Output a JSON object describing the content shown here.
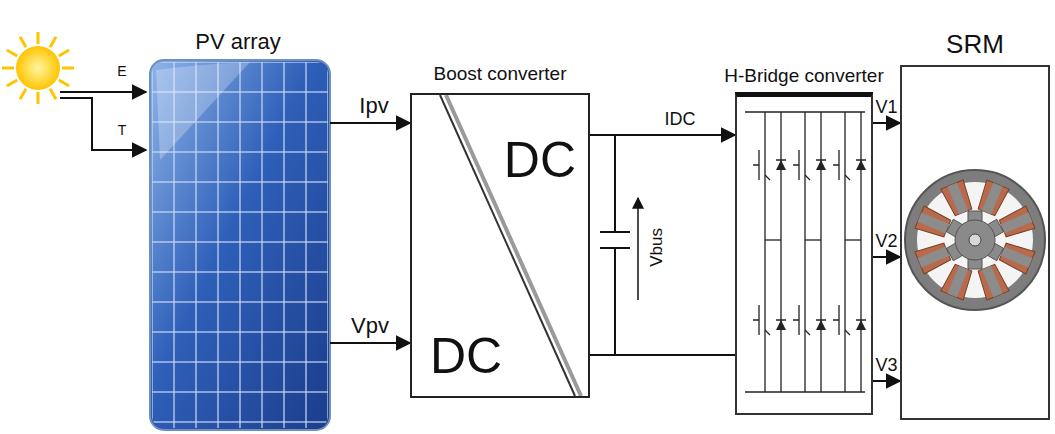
{
  "diagram": {
    "nodes": [
      {
        "text": [
          "PV array"
        ]
      },
      {
        "text": [
          "Boost converter",
          "DC",
          "DC"
        ]
      },
      {
        "text": [
          "H-Bridge converter"
        ]
      },
      {
        "text": [
          "SRM"
        ]
      }
    ],
    "edges": [
      {
        "from": 0,
        "to": 1,
        "label": "Ipv",
        "arrow": "to"
      },
      {
        "from": 0,
        "to": 1,
        "label": "Vpv",
        "arrow": "to"
      },
      {
        "from": 1,
        "to": 2,
        "label": "IDC",
        "arrow": "to"
      },
      {
        "from": 1,
        "to": 2,
        "arrow": "none"
      },
      {
        "from": 2,
        "to": 3,
        "label": "V1",
        "arrow": "to"
      },
      {
        "from": 2,
        "to": 3,
        "label": "V2",
        "arrow": "to"
      },
      {
        "from": 2,
        "to": 3,
        "label": "V3",
        "arrow": "to"
      }
    ],
    "labels": [
      "E",
      "T",
      "Vbus"
    ]
  }
}
